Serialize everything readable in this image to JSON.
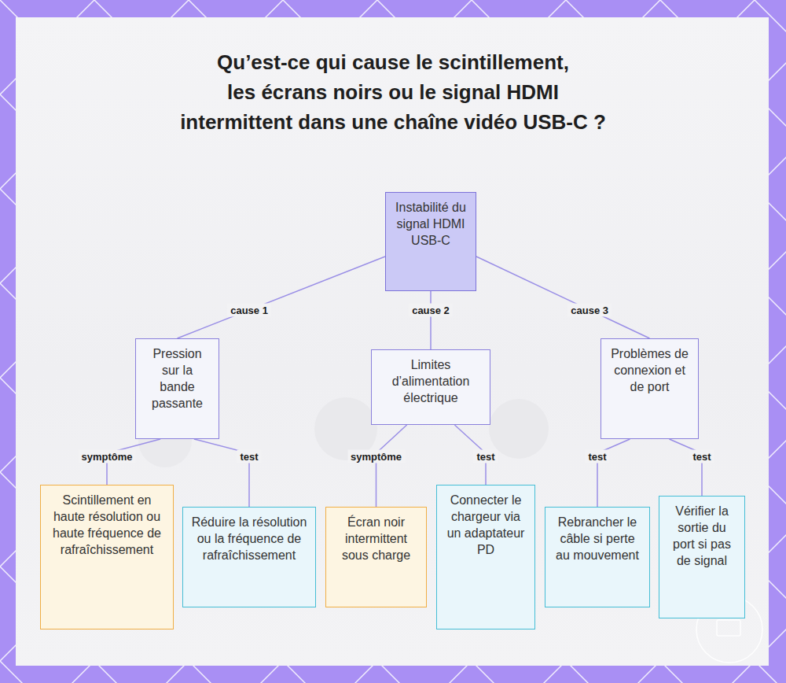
{
  "diagram": {
    "title": "Qu’est-ce qui cause le scintillement, les écrans noirs ou le signal HDMI intermittent dans une chaîne vidéo USB-C ?",
    "nodes": [
      {
        "text": [
          "Instabilité du signal HDMI USB-C"
        ]
      },
      {
        "text": [
          "Pression sur la bande passante"
        ]
      },
      {
        "text": [
          "Limites d’alimentation électrique"
        ]
      },
      {
        "text": [
          "Problèmes de connexion et de port"
        ]
      },
      {
        "text": [
          "Scintillement en haute résolution ou haute fréquence de rafraîchissement"
        ]
      },
      {
        "text": [
          "Réduire la résolution ou la fréquence de rafraîchissement"
        ]
      },
      {
        "text": [
          "Écran noir intermittent sous charge"
        ]
      },
      {
        "text": [
          "Connecter le chargeur via un adaptateur PD"
        ]
      },
      {
        "text": [
          "Rebrancher le câble si perte au mouvement"
        ]
      },
      {
        "text": [
          "Vérifier la sortie du port si pas de signal"
        ]
      }
    ],
    "edges": [
      {
        "from": 0,
        "to": 1,
        "label": "cause 1",
        "arrow": "none"
      },
      {
        "from": 0,
        "to": 2,
        "label": "cause 2",
        "arrow": "none"
      },
      {
        "from": 0,
        "to": 3,
        "label": "cause 3",
        "arrow": "none"
      },
      {
        "from": 1,
        "to": 4,
        "label": "symptôme",
        "arrow": "none"
      },
      {
        "from": 1,
        "to": 5,
        "label": "test",
        "arrow": "none"
      },
      {
        "from": 2,
        "to": 6,
        "label": "symptôme",
        "arrow": "none"
      },
      {
        "from": 2,
        "to": 7,
        "label": "test",
        "arrow": "none"
      },
      {
        "from": 3,
        "to": 8,
        "label": "test",
        "arrow": "none"
      },
      {
        "from": 3,
        "to": 9,
        "label": "test",
        "arrow": "none"
      }
    ]
  }
}
